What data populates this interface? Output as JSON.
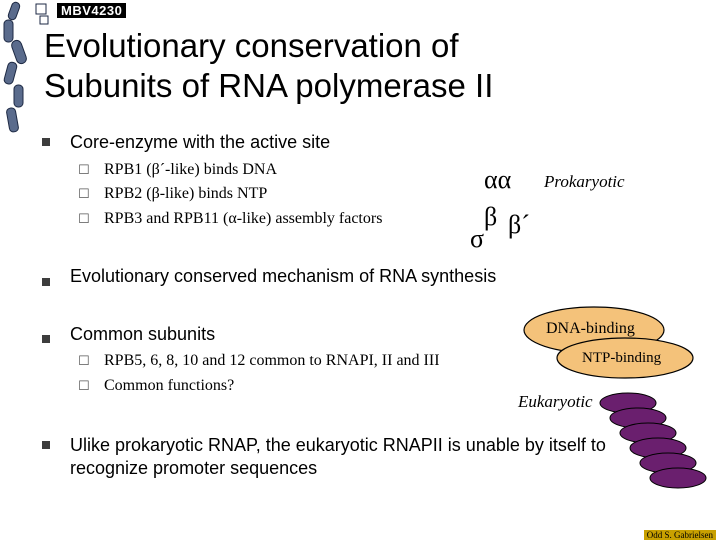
{
  "header": {
    "course_code": "MBV4230"
  },
  "title": {
    "line1": "Evolutionary conservation of",
    "line2": "Subunits of RNA polymerase II"
  },
  "bullets": [
    {
      "text": "Core-enzyme with the active site",
      "subs": [
        "RPB1 (β´-like) binds DNA",
        "RPB2 (β-like) binds NTP",
        "RPB3 and RPB11 (α-like) assembly factors"
      ]
    },
    {
      "text": "Evolutionary conserved mechanism of RNA synthesis",
      "subs": []
    },
    {
      "text": "Common subunits",
      "subs": [
        "RPB5, 6, 8, 10 and 12 common to RNAPI, II and III",
        "Common functions?"
      ]
    },
    {
      "text": "Ulike prokaryotic RNAP, the eukaryotic RNAPII is unable by itself to recognize promoter sequences",
      "subs": []
    }
  ],
  "prokaryotic_diagram": {
    "label": "Prokaryotic",
    "alpha_pair": "αα",
    "beta": "β",
    "beta_prime": "β´",
    "sigma": "σ"
  },
  "eukaryotic_diagram": {
    "label": "Eukaryotic",
    "dna_binding": "DNA-binding",
    "ntp_binding": "NTP-binding",
    "colors": {
      "large_subunits": "#f4c27a",
      "small_subunits": "#6a1f6e"
    }
  },
  "footer": {
    "author": "Odd S. Gabrielsen"
  }
}
